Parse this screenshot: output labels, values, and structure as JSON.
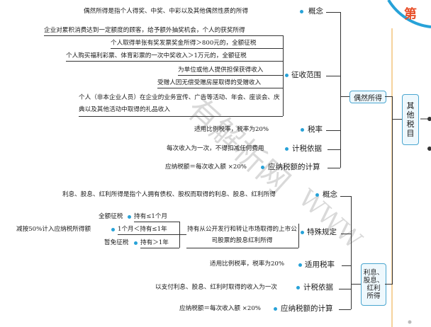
{
  "header": {
    "chapter_glyph": "第"
  },
  "main_node": {
    "label_chars": [
      "其",
      "他",
      "税",
      "目"
    ]
  },
  "branches": [
    {
      "label": "偶然所得",
      "sections": [
        {
          "title": "概念",
          "items": [
            "偶然所得是指个人得奖、中奖、中彩以及其他偶然性质的所得"
          ]
        },
        {
          "title": "征收范围",
          "items": [
            "企业对累积消费达到一定额度的顾客，给予额外抽奖机会，个人的获奖所得",
            "个人取得单张有奖发票奖金所得＞800元的，全额征税",
            "个人购买福利彩票、体育彩票的一次中奖收入＞1万元的，全额征税",
            "为单位或他人提供担保获得收入",
            "受赠人因无偿受赠房屋取得的受赠收入",
            "个人（非本企业人员）在企业的业务宣传、广告等活动、年会、座谈会、庆典以及其他活动中取得的礼品收入"
          ]
        },
        {
          "title": "税率",
          "items": [
            "适用比例税率，税率为20%"
          ]
        },
        {
          "title": "计税依据",
          "items": [
            "每次收入为一次，不得扣减任何费用"
          ]
        },
        {
          "title": "应纳税额的计算",
          "items": [
            "应纳税额＝每次收入额 ×20%"
          ]
        }
      ]
    },
    {
      "label": "利息、股息、红利所得",
      "label_lines": [
        "利息、",
        "股息、",
        "红利",
        "所得"
      ],
      "sections": [
        {
          "title": "概念",
          "items": [
            "利息、股息、红利所得是指个人拥有债权、股权而取得的利息、股息、红利所得"
          ]
        },
        {
          "title": "特殊规定",
          "items": [
            "持有从公开发行和转让市场取得的上市公司股票的股息红利所得"
          ],
          "sub": [
            {
              "rule": "全额征税",
              "cond": "持有≤1个月"
            },
            {
              "rule": "减按50%计入应纳税所得额",
              "cond": "1个月＜持有≤1年"
            },
            {
              "rule": "暂免征税",
              "cond": "持有＞1年"
            }
          ]
        },
        {
          "title": "适用税率",
          "items": [
            "适用比例税率，税率为20%"
          ]
        },
        {
          "title": "计税依据",
          "items": [
            "以支付利息、股息、红利时取得的收入为一次"
          ]
        },
        {
          "title": "应纳税额的计算",
          "items": [
            "应纳税额＝每次收入额 ×20%"
          ]
        }
      ]
    }
  ],
  "colors": {
    "accent": "#27a2d8",
    "box_border": "#4aa6d0",
    "line": "#333333"
  }
}
